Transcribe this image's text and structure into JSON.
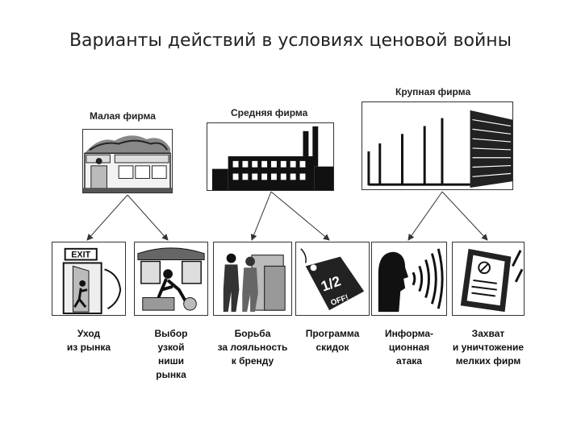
{
  "title": "Варианты действий в условиях ценовой войны",
  "firms": [
    {
      "label": "Малая фирма"
    },
    {
      "label": "Средняя фирма"
    },
    {
      "label": "Крупная фирма"
    }
  ],
  "actions": [
    {
      "label": "Уход\nиз рынка",
      "sign": "EXIT"
    },
    {
      "label": "Выбор\nузкой\nниши\nрынка"
    },
    {
      "label": "Борьба\nза лояльность\nк бренду"
    },
    {
      "label": "Программа\nскидок",
      "tag_text": "1/2",
      "tag_sub": "OFF!"
    },
    {
      "label": "Информа-\nционная\nатака"
    },
    {
      "label": "Захват\nи уничтожение\nмелких фирм"
    }
  ]
}
